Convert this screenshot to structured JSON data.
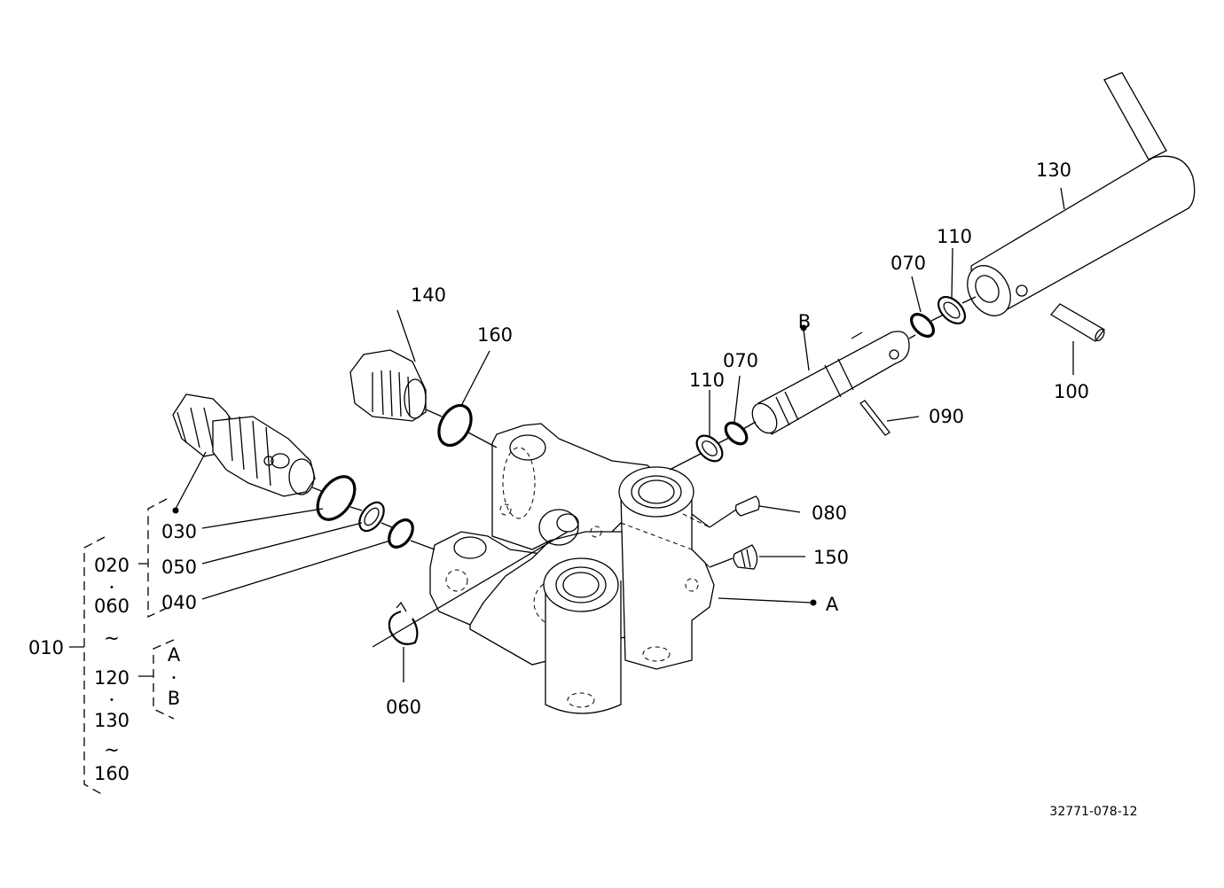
{
  "callouts": {
    "c010": "010",
    "c020": "020",
    "c030": "030",
    "c040": "040",
    "c050": "050",
    "c060_group": "060",
    "c060": "060",
    "c070a": "070",
    "c070b": "070",
    "c080": "080",
    "c090": "090",
    "c100": "100",
    "c110a": "110",
    "c110b": "110",
    "c120": "120",
    "c130_group": "130",
    "c130": "130",
    "c140": "140",
    "c150": "150",
    "c160_group": "160",
    "c160": "160",
    "ref_a": "A",
    "ref_b": "B",
    "group_a": "A",
    "group_b": "B"
  },
  "symbols": {
    "dot": "・",
    "tilde": "~"
  },
  "drawing_number": "32771-078-12"
}
